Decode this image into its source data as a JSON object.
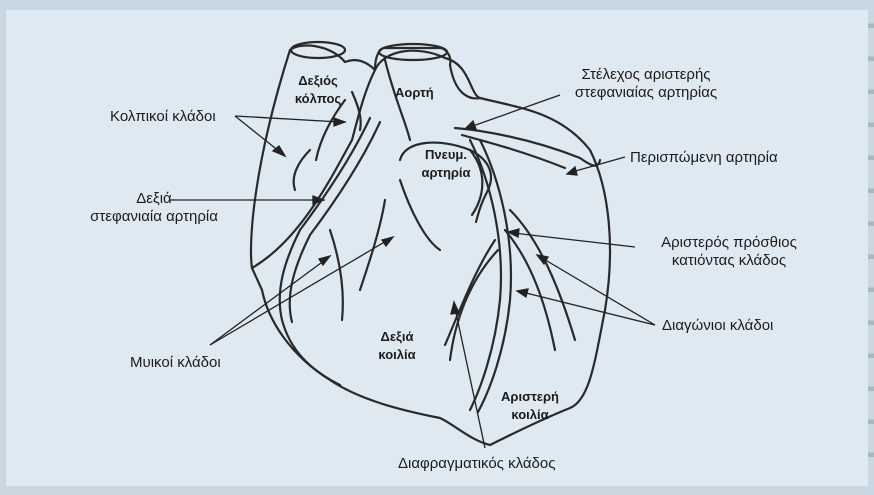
{
  "labels": {
    "right_atrium": [
      "Δεξιός",
      "κόλπος"
    ],
    "aorta": "Αορτή",
    "pulmonary_artery": [
      "Πνευμ.",
      "αρτηρία"
    ],
    "right_ventricle": [
      "Δεξιά",
      "κοιλία"
    ],
    "left_ventricle": [
      "Αριστερή",
      "κοιλία"
    ],
    "atrial_branches": "Κολπικοί κλάδοι",
    "right_coronary_artery": [
      "Δεξιά",
      "στεφανιαία αρτηρία"
    ],
    "muscular_branches": "Μυικοί κλάδοι",
    "left_main_coronary": [
      "Στέλεχος αριστερής",
      "στεφανιαίας αρτηρίας"
    ],
    "circumflex_artery": "Περισπώμενη αρτηρία",
    "lad": [
      "Αριστερός πρόσθιος",
      "κατιόντας κλάδος"
    ],
    "diagonal_branches": "Διαγώνιοι κλάδοι",
    "diaphragmatic_branch": "Διαφραγματικός κλάδος"
  },
  "colors": {
    "background": "#c9d7e2",
    "panel": "#dfe9f1",
    "outline": "#2a2a2a",
    "text": "#1c1c1c"
  }
}
